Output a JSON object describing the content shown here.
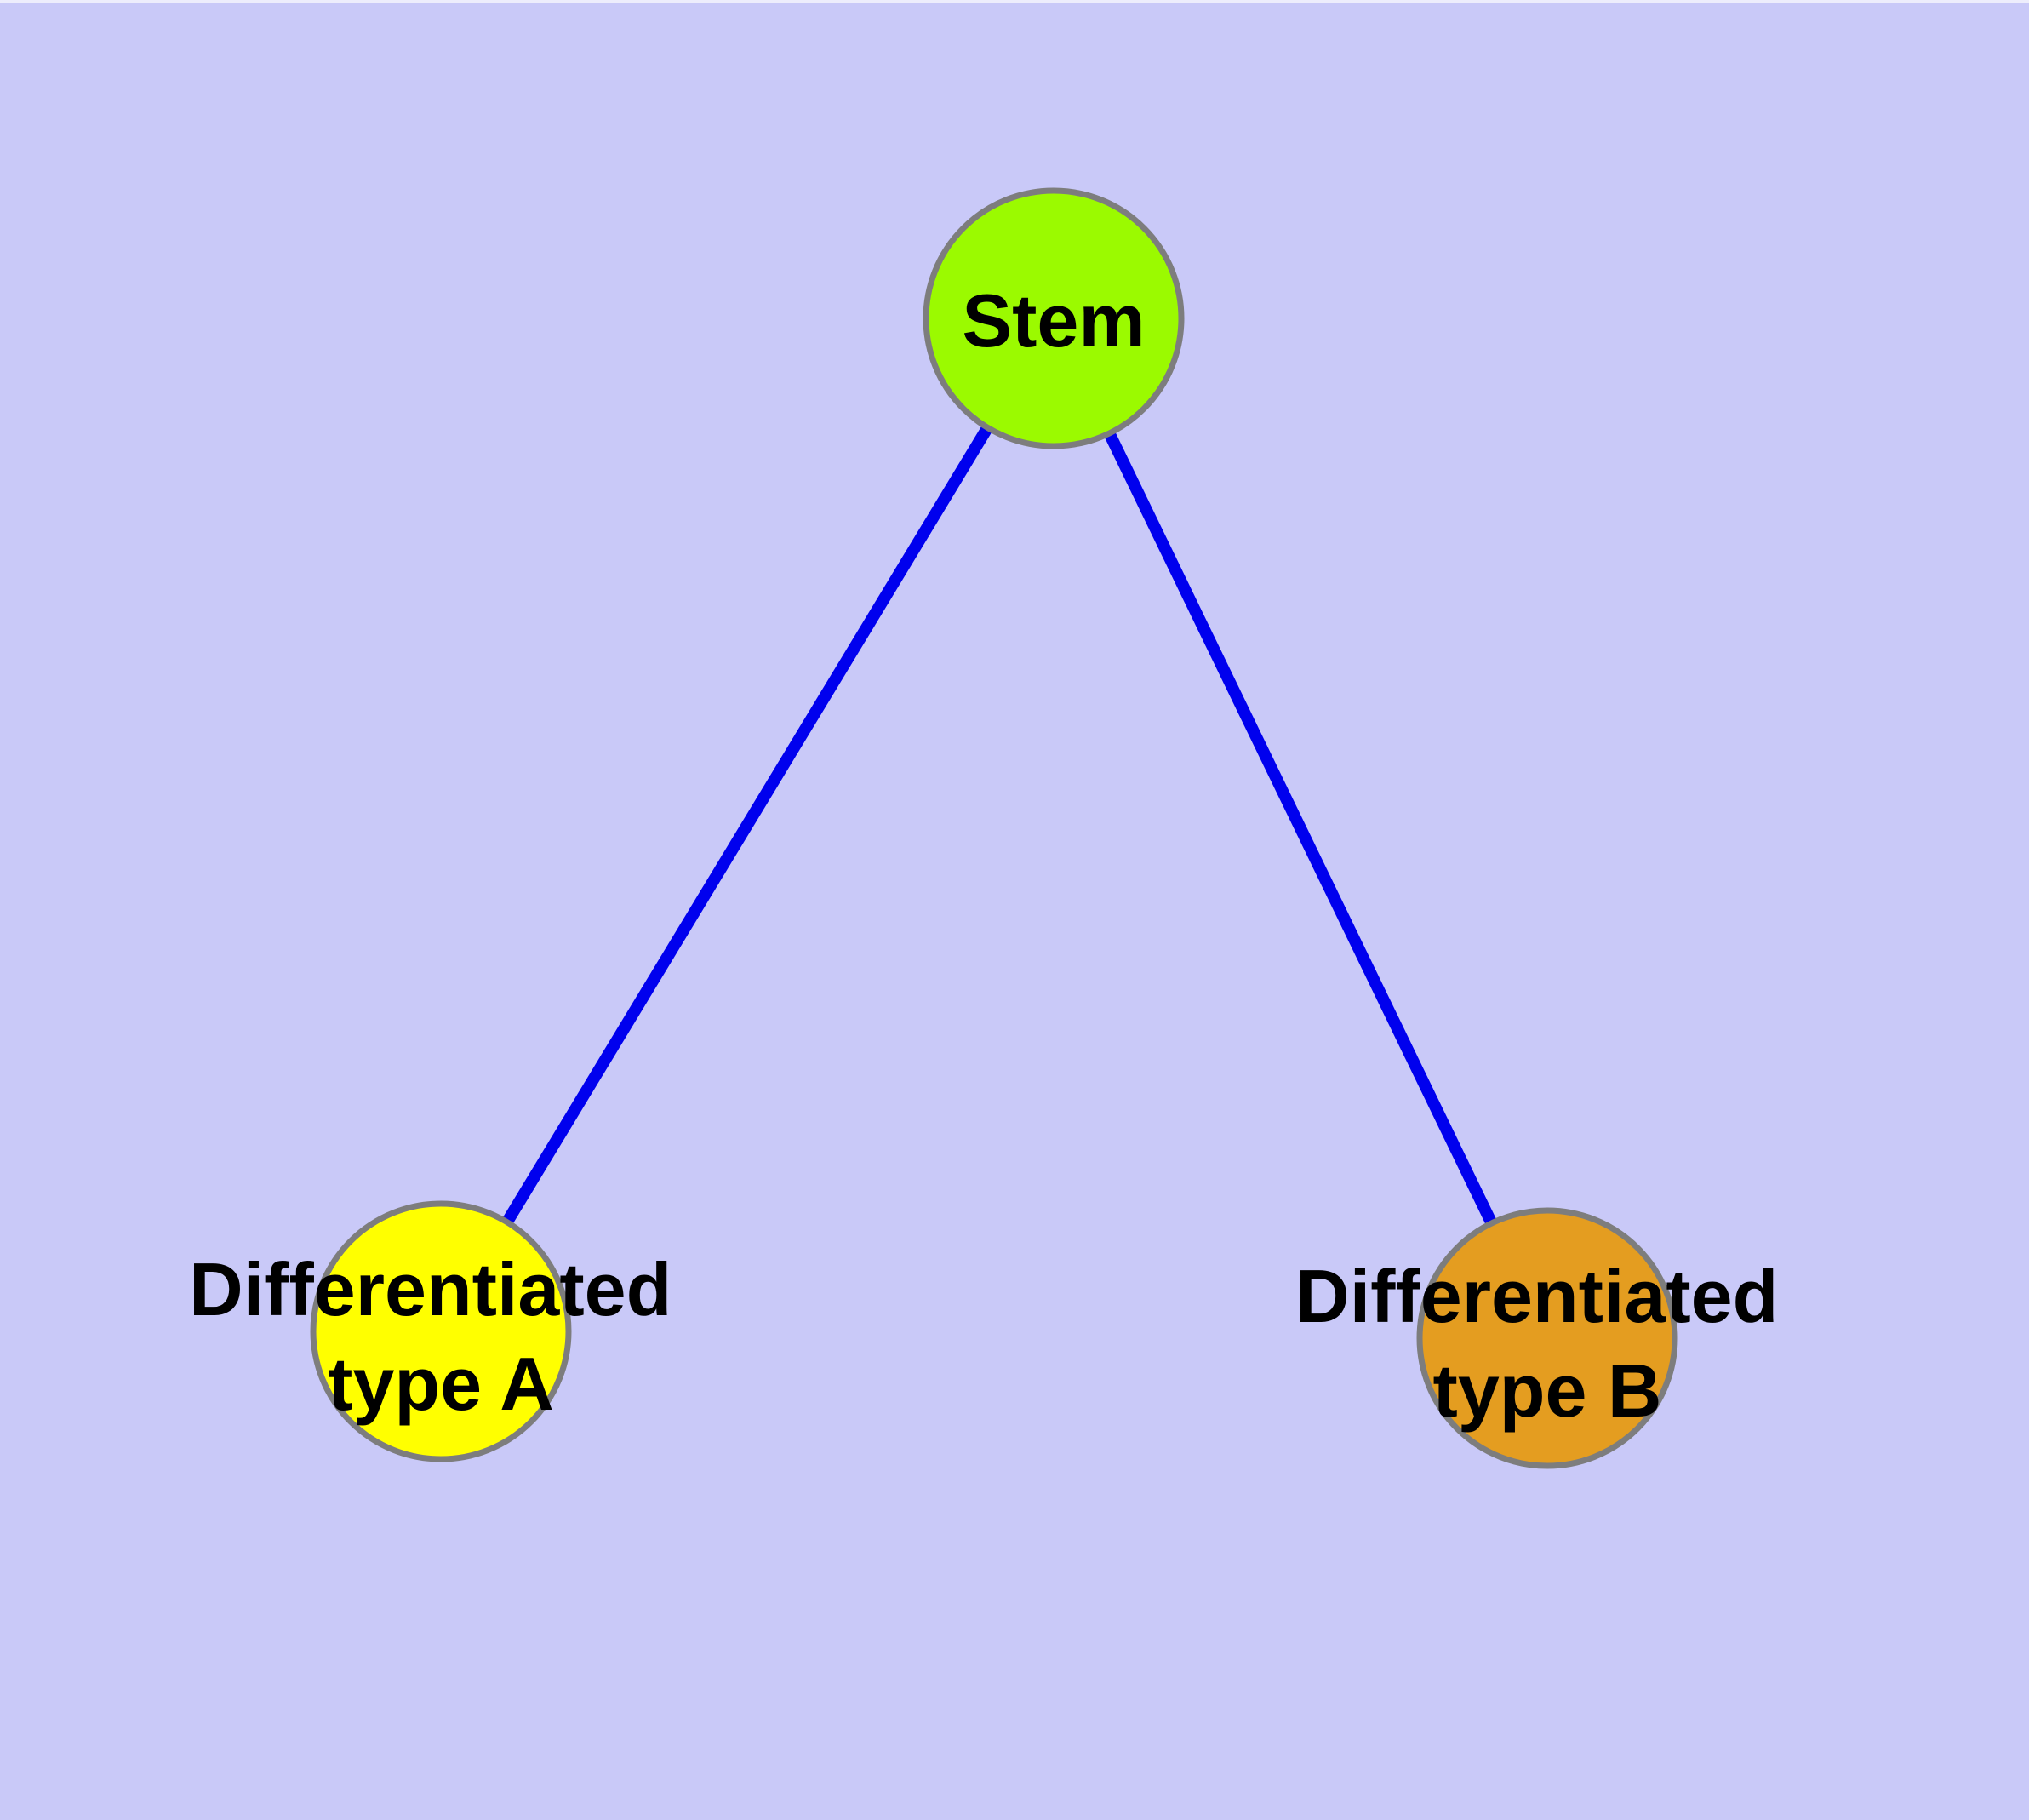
{
  "colors": {
    "background": "#c9c9f8",
    "edge": "#0000ee",
    "node_border": "#7d7d7d",
    "text": "#000000"
  },
  "diagram": {
    "type": "graph",
    "nodes": {
      "stem": {
        "label": "Stem",
        "fill": "#9bfa00"
      },
      "type_a": {
        "label": "Differentiated type A",
        "label_line1": "Differentiated",
        "label_line2": "type A",
        "fill": "#ffff00"
      },
      "type_b": {
        "label": "Differentiated type B",
        "label_line1": "Differentiated",
        "label_line2": "type B",
        "fill": "#e49d20"
      }
    },
    "edges": [
      {
        "from": "Stem",
        "to": "Differentiated type A"
      },
      {
        "from": "Stem",
        "to": "Differentiated type B"
      }
    ]
  }
}
